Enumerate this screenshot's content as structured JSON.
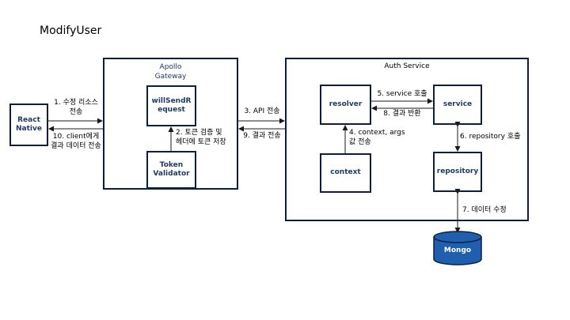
{
  "title": "ModifyUser",
  "frames": {
    "gateway": "Apollo\nGateway",
    "auth": "Auth Service"
  },
  "nodes": {
    "react_native": "React\nNative",
    "will_send_request": "willSendR\nequest",
    "token_validator": "Token\nValidator",
    "resolver": "resolver",
    "service": "service",
    "context": "context",
    "repository": "repository",
    "mongo": "Mongo"
  },
  "edges": {
    "e1": "1. 수정 리소스\n전송",
    "e2": "2. 토큰 검증 및\n헤더에 토큰 저장",
    "e3": "3. API 전송",
    "e4": "4. context, args\n값 전송",
    "e5": "5. service 호출",
    "e6": "6. repository 호출",
    "e7": "7. 데이터 수정",
    "e8": "8. 결과 반환",
    "e9": "9. 결과 전송",
    "e10": "10. client에게\n결과 데이터 전송"
  },
  "colors": {
    "border": "#0b2040",
    "node_text": "#1f3a63",
    "frame_title_gateway": "#1f3a63",
    "mongo_fill": "#1f5fae"
  }
}
